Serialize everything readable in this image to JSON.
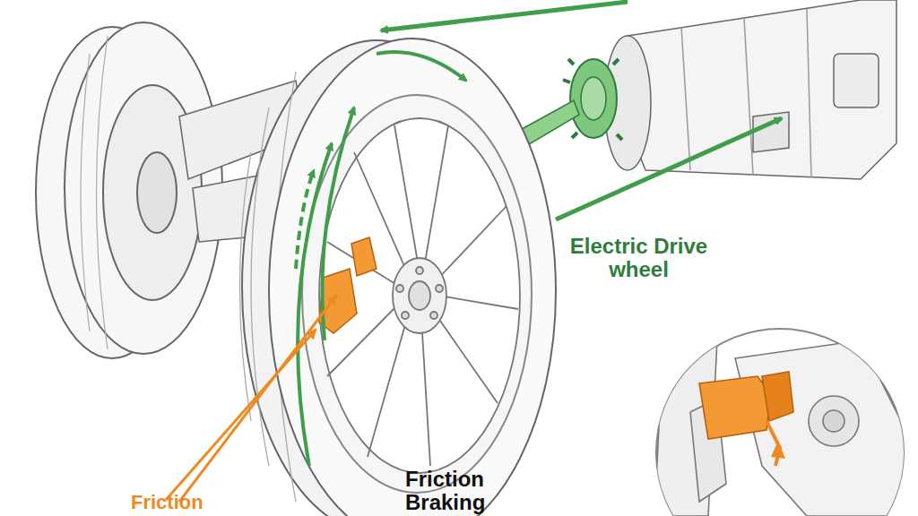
{
  "diagram": {
    "labels": [
      "Electric Drive wheel",
      "Friction",
      "Friction Braking"
    ]
  }
}
